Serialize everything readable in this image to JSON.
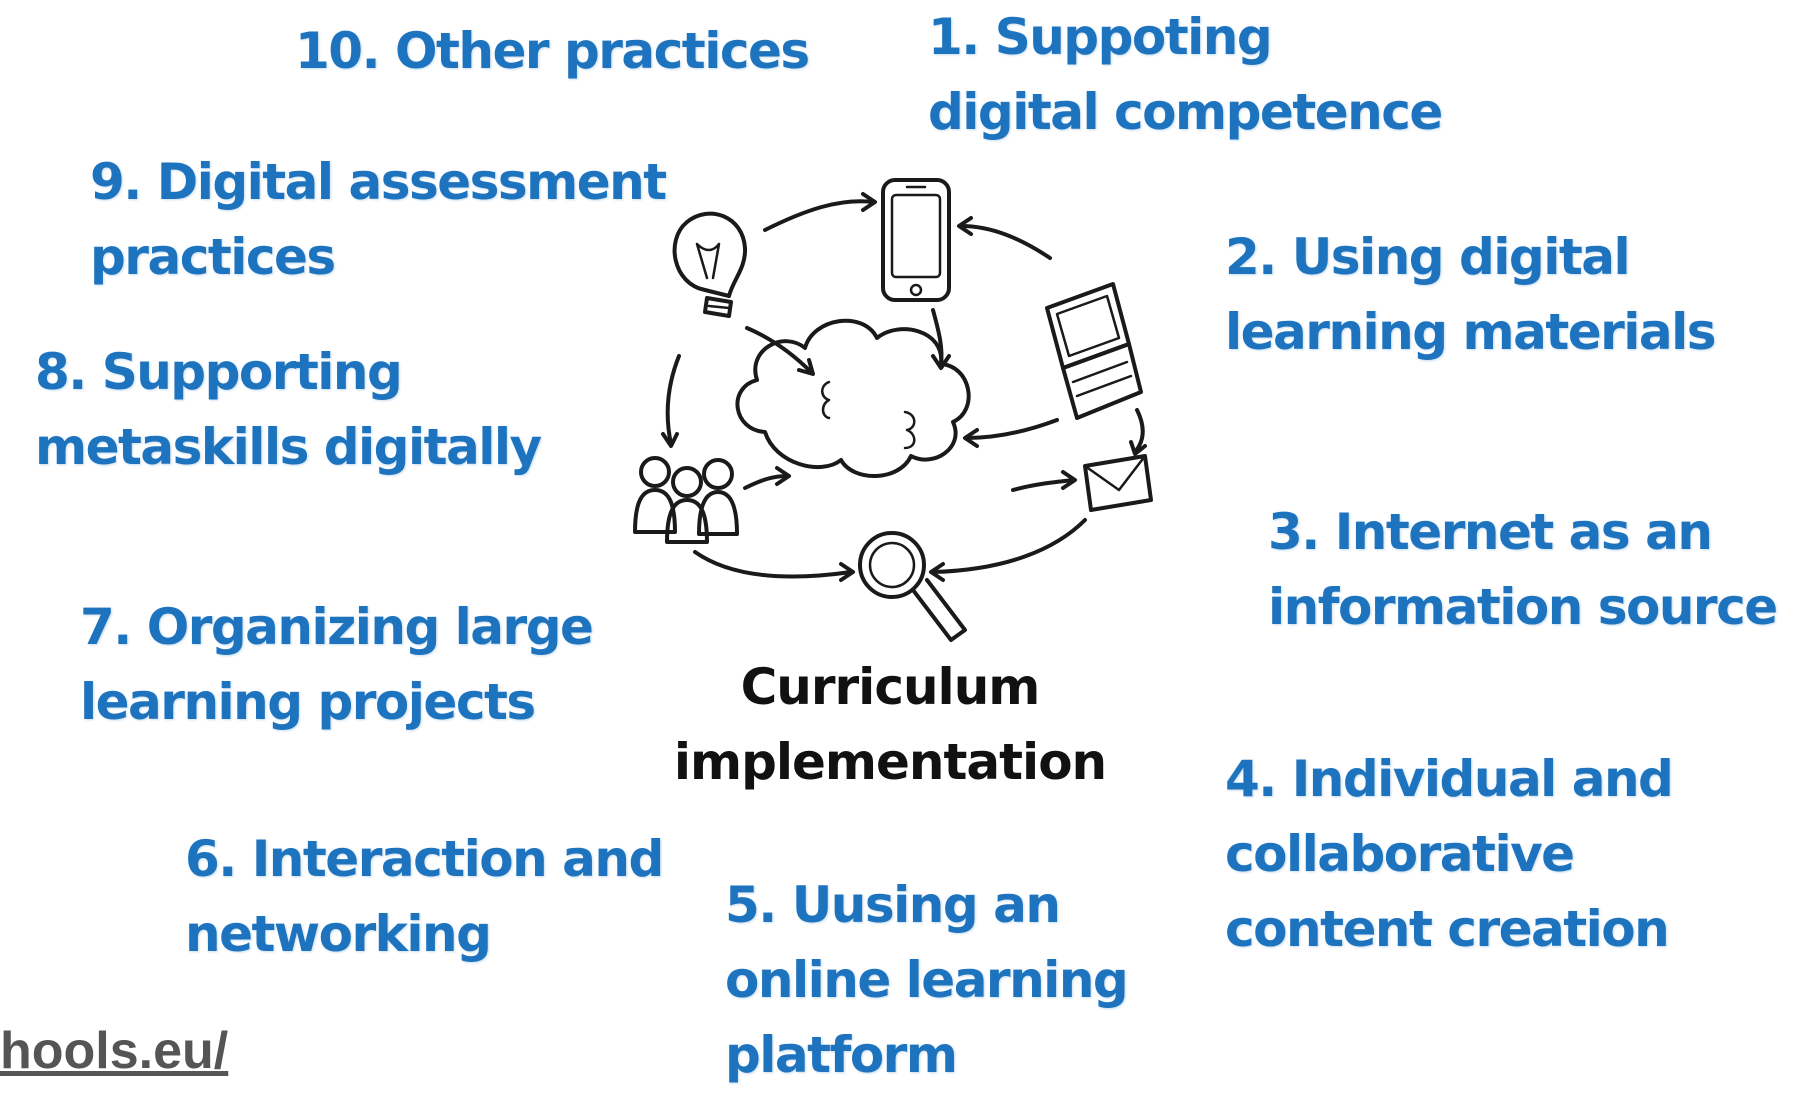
{
  "center": {
    "line1": "Curriculum",
    "line2": "implementation"
  },
  "items": [
    {
      "line1": "1. Suppoting",
      "line2": "digital competence"
    },
    {
      "line1": "2. Using digital",
      "line2": "learning materials"
    },
    {
      "line1": "3. Internet as an",
      "line2": "information source"
    },
    {
      "line1": "4. Individual and",
      "line2": "collaborative",
      "line3": "content creation"
    },
    {
      "line1": "5. Uusing an",
      "line2": "online learning",
      "line3": "platform"
    },
    {
      "line1": "6. Interaction and",
      "line2": "networking"
    },
    {
      "line1": "7. Organizing large",
      "line2": "learning projects"
    },
    {
      "line1": "8. Supporting",
      "line2": "metaskills digitally"
    },
    {
      "line1": "9. Digital assessment",
      "line2": "practices"
    },
    {
      "line1": "10. Other practices"
    }
  ],
  "footer": {
    "url_fragment": "hools.eu/"
  },
  "colors": {
    "label": "#1e73be",
    "center_text": "#111111",
    "url": "#555555"
  },
  "icons": [
    "phone-icon",
    "laptop-icon",
    "envelope-icon",
    "magnifier-icon",
    "people-icon",
    "lightbulb-icon",
    "cloud-icon",
    "arrow-icon"
  ]
}
